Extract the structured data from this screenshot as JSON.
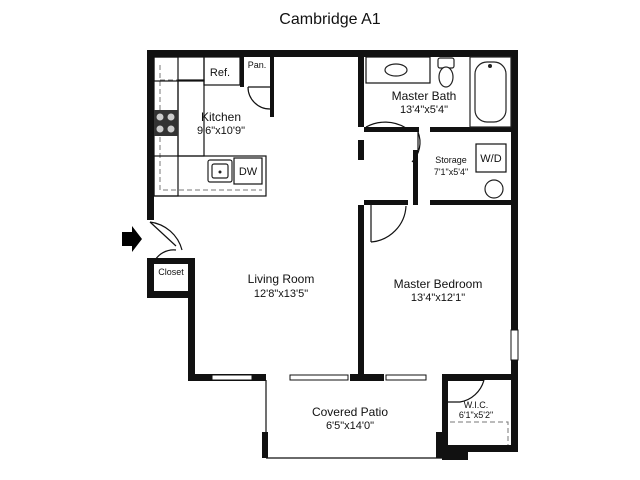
{
  "title": "Cambridge  A1",
  "rooms": {
    "kitchen": {
      "name": "Kitchen",
      "dim": "9'6\"x10'9\""
    },
    "master_bath": {
      "name": "Master Bath",
      "dim": "13'4\"x5'4\""
    },
    "storage": {
      "name": "Storage",
      "dim": "7'1\"x5'4\""
    },
    "living_room": {
      "name": "Living Room",
      "dim": "12'8\"x13'5\""
    },
    "master_bedroom": {
      "name": "Master Bedroom",
      "dim": "13'4\"x12'1\""
    },
    "covered_patio": {
      "name": "Covered Patio",
      "dim": "6'5\"x14'0\""
    },
    "wic": {
      "name": "W.I.C.",
      "dim": "6'1\"x5'2\""
    }
  },
  "labels": {
    "ref": "Ref.",
    "pantry": "Pan.",
    "dishwasher": "DW",
    "washer_dryer": "W/D",
    "closet": "Closet"
  },
  "icons": {
    "entry": "entry-arrow-icon",
    "range": "stove-icon",
    "sink": "sink-icon",
    "toilet": "toilet-icon",
    "tub": "bathtub-icon"
  }
}
